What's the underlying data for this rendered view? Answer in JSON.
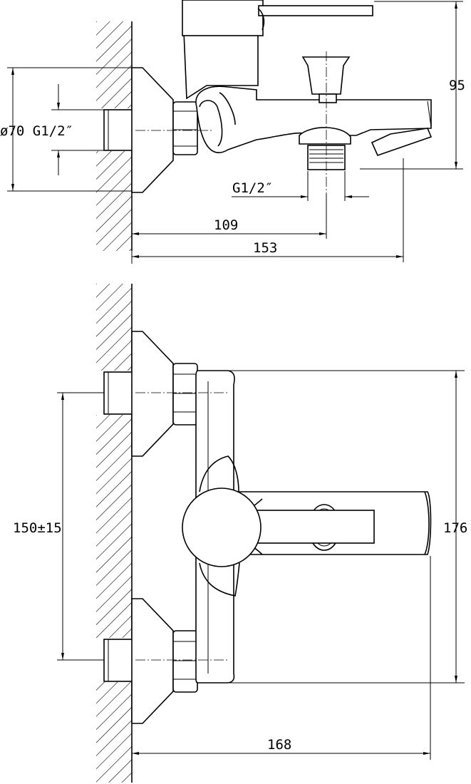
{
  "dimensions": {
    "outlet_height": "95",
    "flange_diameter": "ø70 G1/2″",
    "outlet_thread": "G1/2″",
    "wall_to_outlet": "109",
    "wall_to_spout_tip": "153",
    "centre_distance": "150±15",
    "body_height": "176",
    "total_depth": "168"
  }
}
